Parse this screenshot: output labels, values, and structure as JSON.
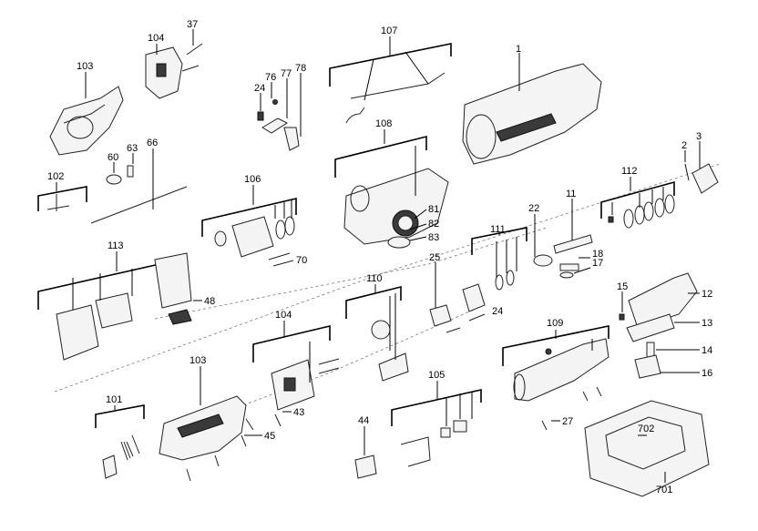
{
  "labels": {
    "l1": "1",
    "l2": "2",
    "l3": "3",
    "l11": "11",
    "l12": "12",
    "l13": "13",
    "l14": "14",
    "l15": "15",
    "l16": "16",
    "l17": "17",
    "l18": "18",
    "l22": "22",
    "l24a": "24",
    "l24b": "24",
    "l25": "25",
    "l27": "27",
    "l37": "37",
    "l43": "43",
    "l44": "44",
    "l45": "45",
    "l48": "48",
    "l60": "60",
    "l63": "63",
    "l66": "66",
    "l70": "70",
    "l76": "76",
    "l77": "77",
    "l78": "78",
    "l81": "81",
    "l82": "82",
    "l83": "83",
    "l101": "101",
    "l102": "102",
    "l103a": "103",
    "l103b": "103",
    "l104a": "104",
    "l104b": "104",
    "l105": "105",
    "l106": "106",
    "l107": "107",
    "l108": "108",
    "l109": "109",
    "l110": "110",
    "l111": "111",
    "l112": "112",
    "l113": "113",
    "l701": "701",
    "l702": "702"
  }
}
